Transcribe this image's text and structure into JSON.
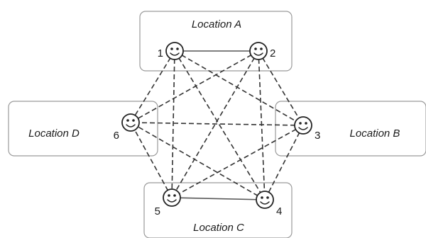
{
  "locations": [
    {
      "id": "A",
      "label": "Location A"
    },
    {
      "id": "B",
      "label": "Location B"
    },
    {
      "id": "C",
      "label": "Location C"
    },
    {
      "id": "D",
      "label": "Location D"
    }
  ],
  "nodes": [
    {
      "id": 1,
      "label": "1",
      "location": "A"
    },
    {
      "id": 2,
      "label": "2",
      "location": "A"
    },
    {
      "id": 3,
      "label": "3",
      "location": "B"
    },
    {
      "id": 4,
      "label": "4",
      "location": "C"
    },
    {
      "id": 5,
      "label": "5",
      "location": "C"
    },
    {
      "id": 6,
      "label": "6",
      "location": "D"
    }
  ],
  "links": {
    "solid": [
      [
        1,
        2
      ],
      [
        4,
        5
      ]
    ],
    "dashed": [
      [
        1,
        3
      ],
      [
        1,
        4
      ],
      [
        1,
        5
      ],
      [
        1,
        6
      ],
      [
        2,
        3
      ],
      [
        2,
        4
      ],
      [
        2,
        5
      ],
      [
        2,
        6
      ],
      [
        3,
        4
      ],
      [
        3,
        5
      ],
      [
        3,
        6
      ],
      [
        4,
        6
      ],
      [
        5,
        6
      ]
    ]
  }
}
